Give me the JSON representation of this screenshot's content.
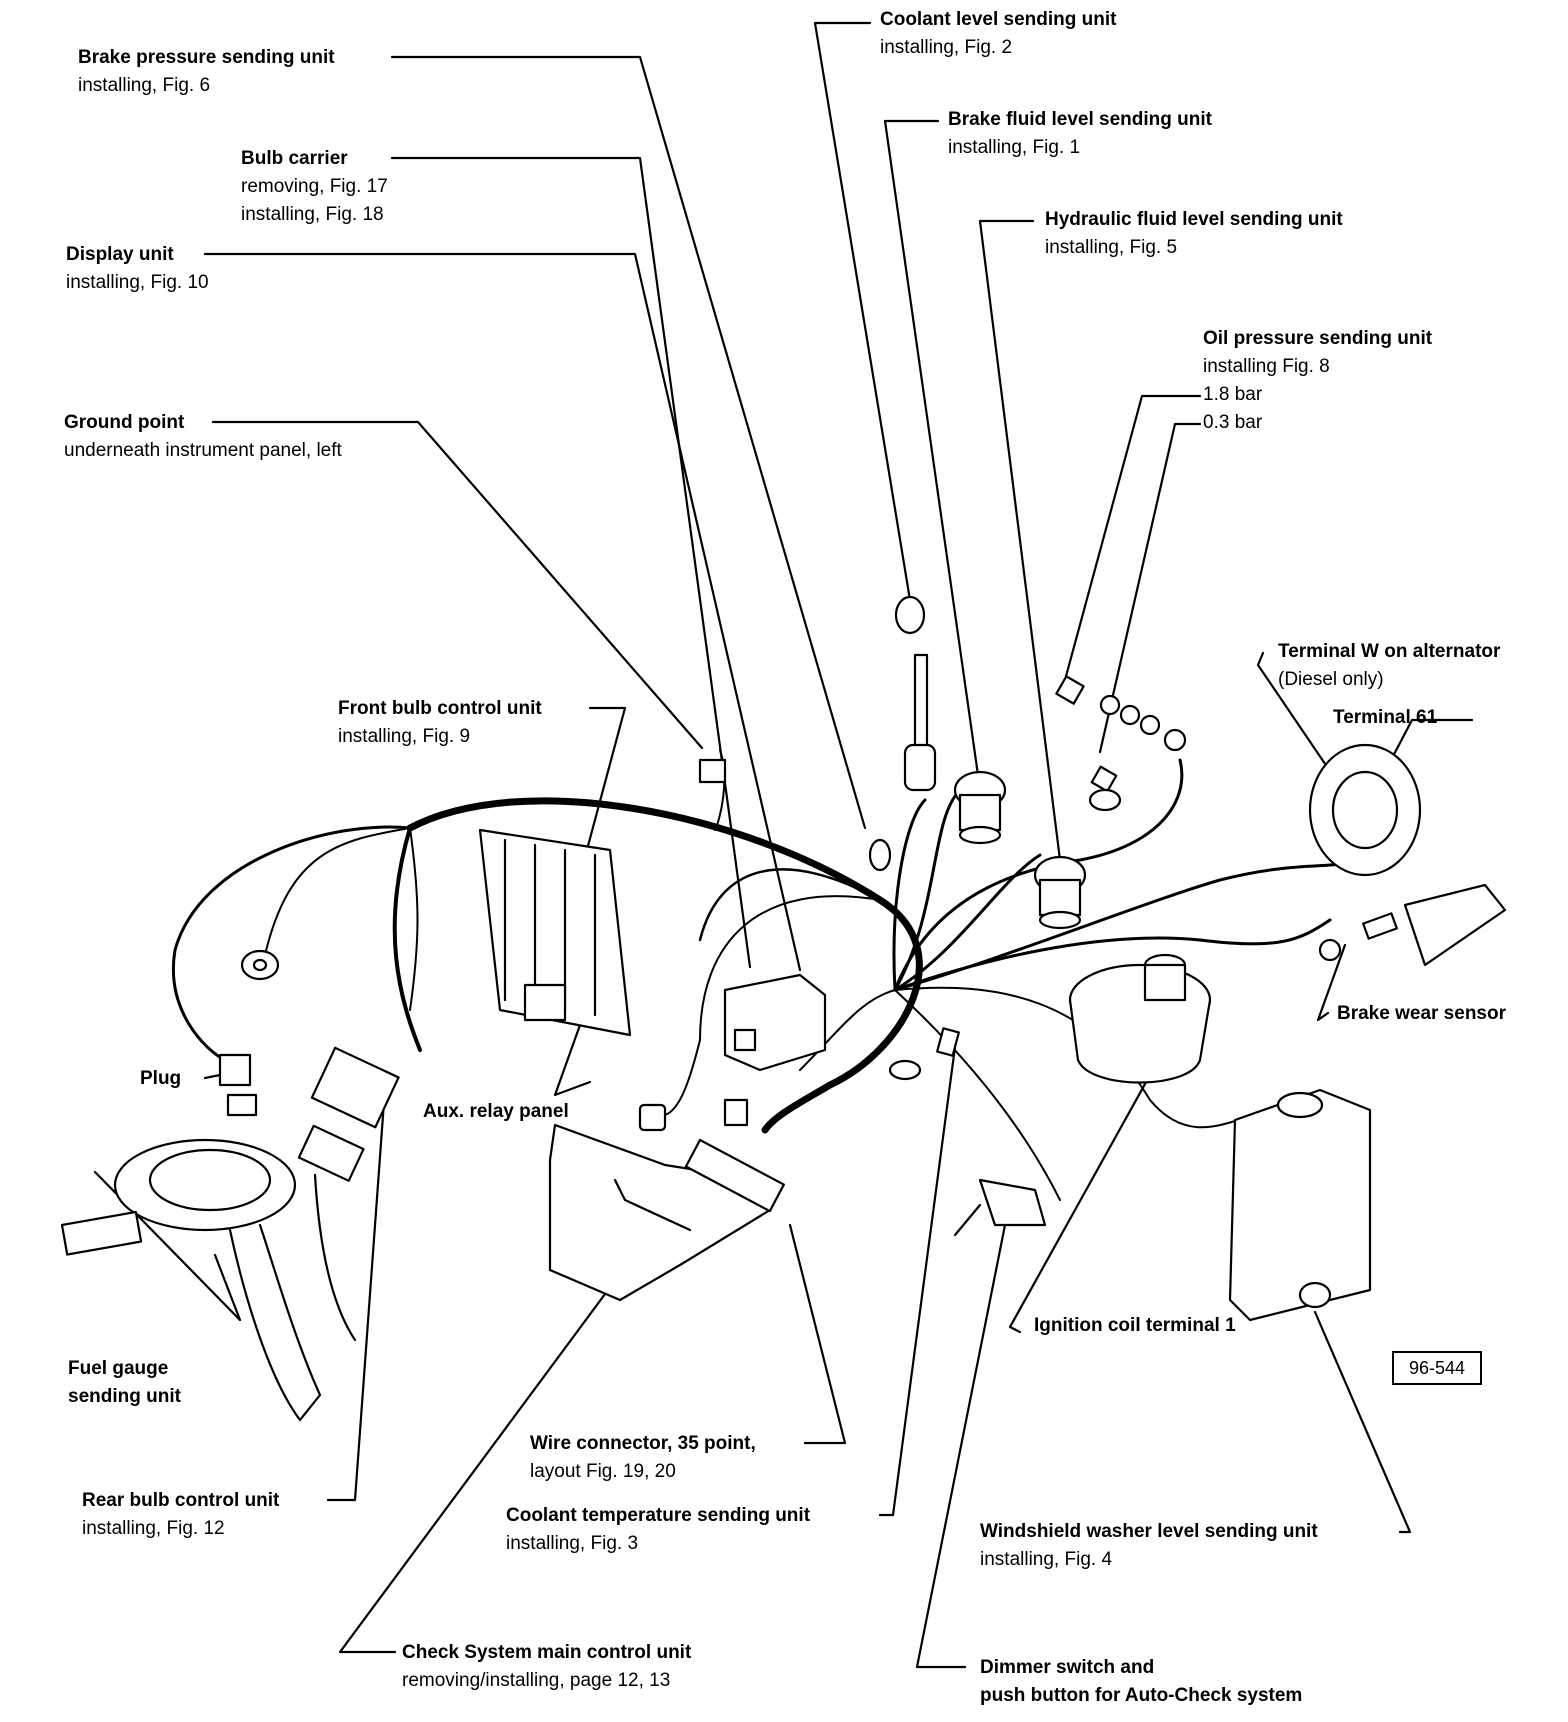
{
  "labels": {
    "brake_pressure": {
      "title": "Brake pressure sending unit",
      "sub": [
        "installing, Fig. 6"
      ]
    },
    "bulb_carrier": {
      "title": "Bulb carrier",
      "sub": [
        "removing, Fig. 17",
        "installing, Fig. 18"
      ]
    },
    "display_unit": {
      "title": "Display unit",
      "sub": [
        "installing, Fig. 10"
      ]
    },
    "ground_point": {
      "title": "Ground point",
      "sub": [
        "underneath instrument panel, left"
      ]
    },
    "front_bulb": {
      "title": "Front bulb control unit",
      "sub": [
        "installing, Fig. 9"
      ]
    },
    "plug": {
      "title": "Plug",
      "sub": []
    },
    "aux_relay": {
      "title": "Aux. relay panel",
      "sub": []
    },
    "fuel_gauge": {
      "title": "Fuel gauge",
      "sub": [
        "sending unit"
      ]
    },
    "rear_bulb": {
      "title": "Rear bulb control unit",
      "sub": [
        "installing, Fig. 12"
      ]
    },
    "wire_connector": {
      "title": "Wire connector, 35 point,",
      "sub": [
        "layout Fig. 19, 20"
      ]
    },
    "coolant_temp": {
      "title": "Coolant temperature sending unit",
      "sub": [
        "installing, Fig. 3"
      ]
    },
    "check_system": {
      "title": "Check System main control unit",
      "sub": [
        "removing/installing, page 12, 13"
      ]
    },
    "coolant_level": {
      "title": "Coolant level sending unit",
      "sub": [
        "installing, Fig. 2"
      ]
    },
    "brake_fluid": {
      "title": "Brake fluid level sending unit",
      "sub": [
        "installing, Fig. 1"
      ]
    },
    "hydraulic_fluid": {
      "title": "Hydraulic fluid level sending unit",
      "sub": [
        "installing, Fig. 5"
      ]
    },
    "oil_pressure": {
      "title": "Oil pressure sending unit",
      "sub": [
        "installing Fig. 8",
        "1.8 bar",
        "0.3 bar"
      ]
    },
    "terminal_w": {
      "title": "Terminal W on alternator",
      "sub": [
        "(Diesel only)"
      ]
    },
    "terminal_61": {
      "title": "Terminal 61",
      "sub": []
    },
    "brake_wear": {
      "title": "Brake wear sensor",
      "sub": []
    },
    "ignition_coil": {
      "title": "Ignition coil terminal 1",
      "sub": []
    },
    "windshield_washer": {
      "title": "Windshield washer level sending unit",
      "sub": [
        "installing, Fig. 4"
      ]
    },
    "dimmer_switch": {
      "title": "Dimmer switch and",
      "sub": [
        "push button for Auto-Check system"
      ]
    }
  },
  "figure_code": "96-544"
}
